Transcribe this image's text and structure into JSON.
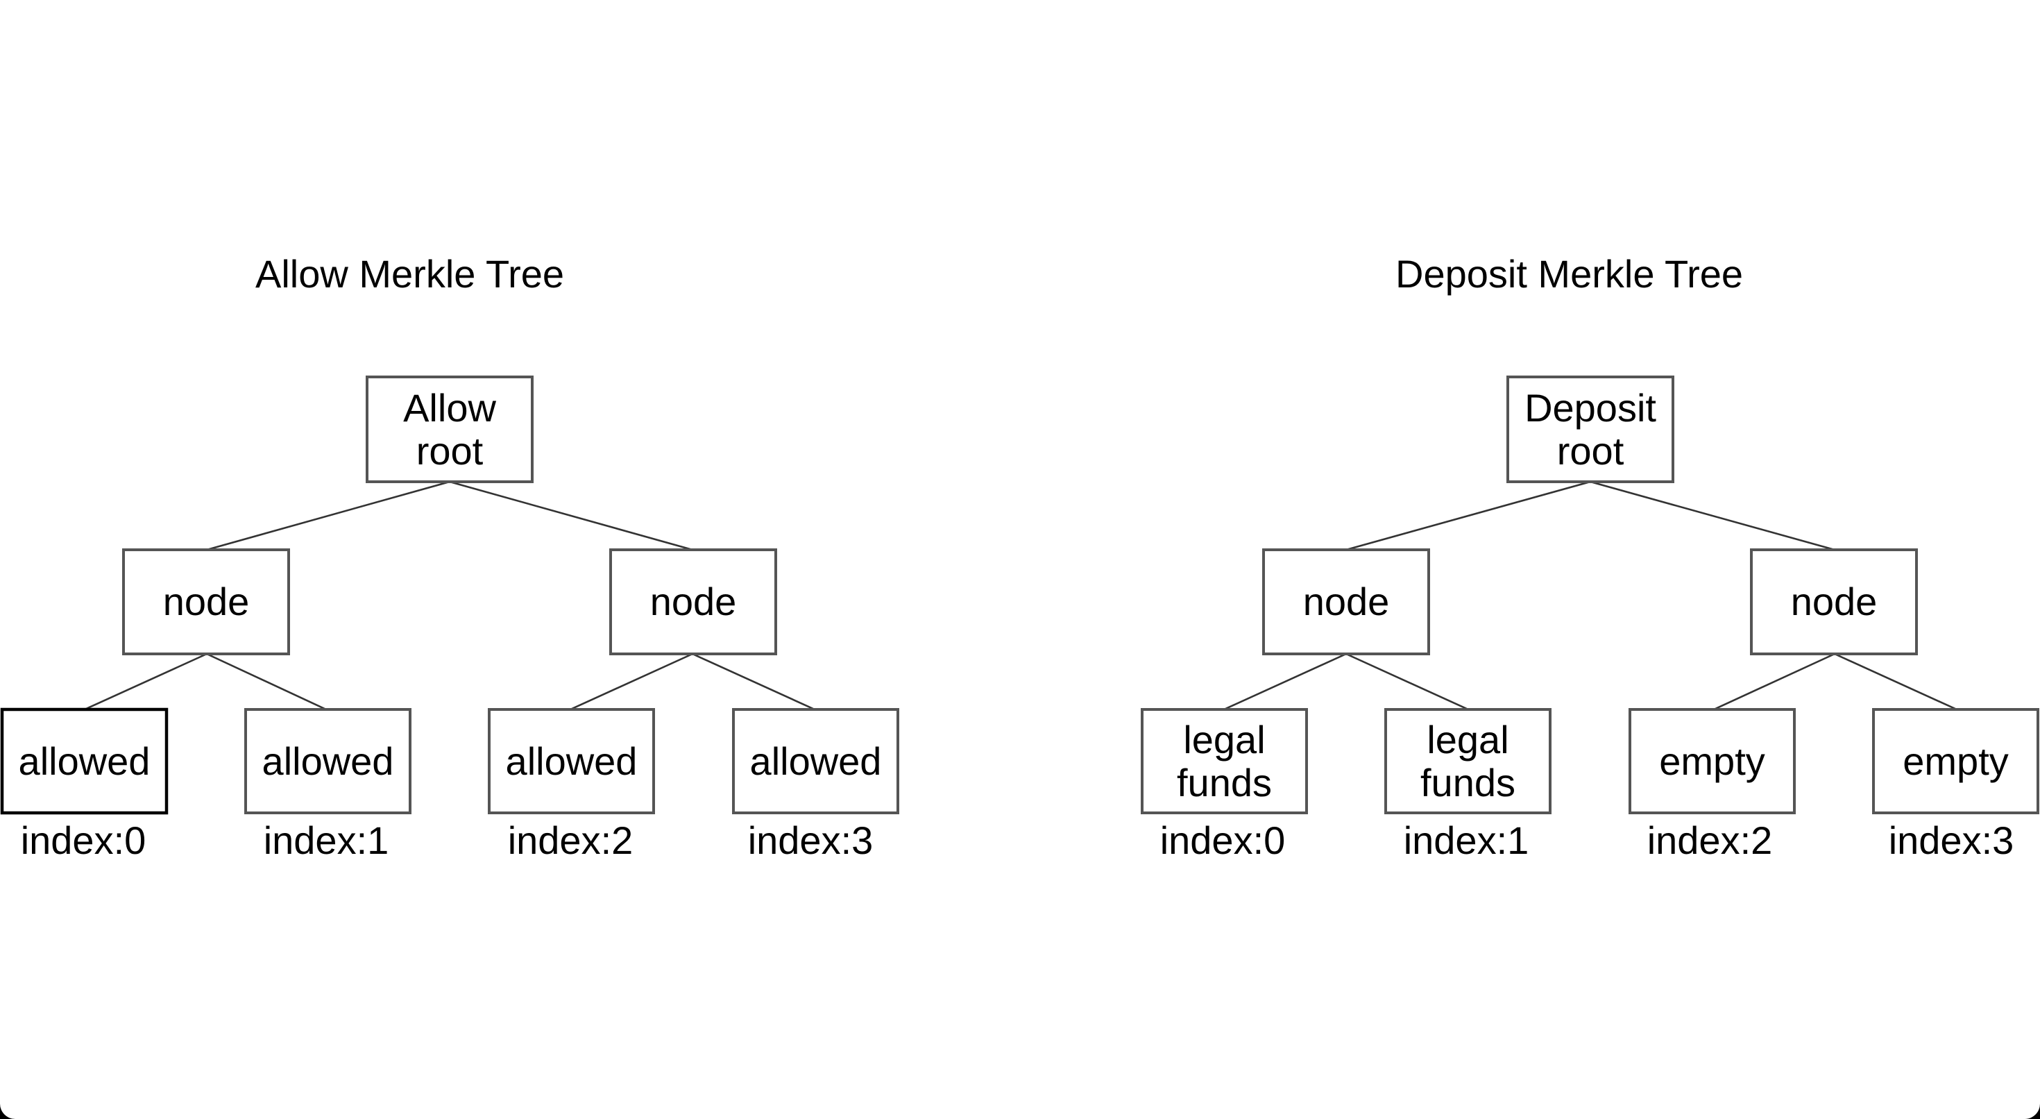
{
  "trees": [
    {
      "title": "Allow Merkle Tree",
      "root": "Allow\nroot",
      "nodes": [
        "node",
        "node"
      ],
      "leaves": [
        "allowed",
        "allowed",
        "allowed",
        "allowed"
      ],
      "indices": [
        "index:0",
        "index:1",
        "index:2",
        "index:3"
      ]
    },
    {
      "title": "Deposit Merkle Tree",
      "root": "Deposit\nroot",
      "nodes": [
        "node",
        "node"
      ],
      "leaves": [
        "legal\nfunds",
        "legal\nfunds",
        "empty",
        "empty"
      ],
      "indices": [
        "index:0",
        "index:1",
        "index:2",
        "index:3"
      ]
    }
  ],
  "colors": {
    "background": "#ffffff",
    "box_border": "#555555",
    "line": "#333333",
    "text": "#000000"
  }
}
